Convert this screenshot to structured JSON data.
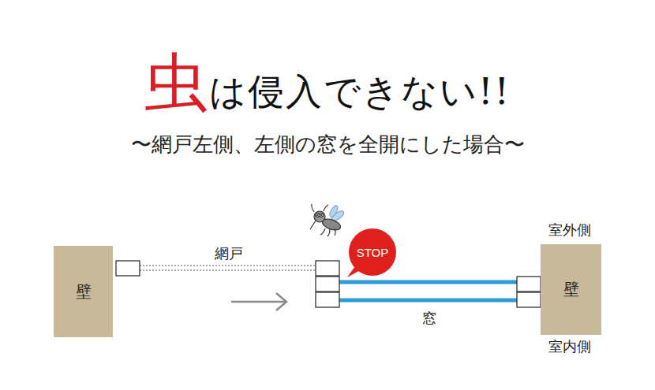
{
  "diagram": {
    "title": "虫は侵入できない!!",
    "caption": "〜網戸左側、左側の窓を全開にした場合〜",
    "nodes": [
      {
        "text": [
          "壁"
        ]
      },
      {
        "text": [
          "STOP"
        ]
      },
      {
        "text": [
          "壁"
        ]
      }
    ],
    "labels": [
      "網戸",
      "窓",
      "室外側",
      "室内側"
    ]
  }
}
